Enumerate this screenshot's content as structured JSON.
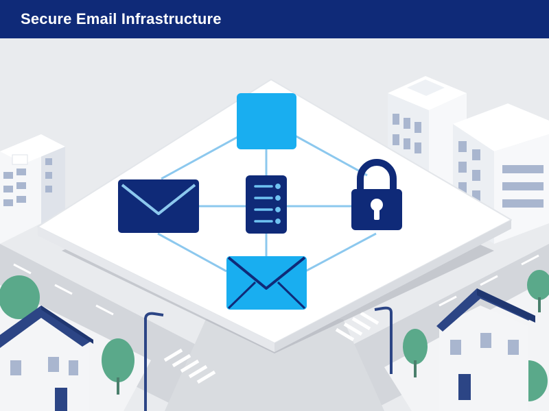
{
  "header": {
    "title": "Secure Email Infrastructure"
  },
  "colors": {
    "header_bg": "#0f2a78",
    "navy": "#0f2a78",
    "sky": "#19aef0",
    "line": "#8cc8ee",
    "platform": "#ffffff",
    "ground": "#e9ebee",
    "road": "#cfd2d7",
    "building": "#f4f5f7",
    "window": "#a9b6cf",
    "roof": "#2c4585",
    "tree": "#5aa98a"
  },
  "diagram": {
    "nodes": [
      {
        "name": "top-node",
        "icon": "square-node-icon"
      },
      {
        "name": "left-node",
        "icon": "envelope-icon"
      },
      {
        "name": "center-node",
        "icon": "server-icon"
      },
      {
        "name": "right-node",
        "icon": "lock-icon"
      },
      {
        "name": "bottom-node",
        "icon": "envelope-icon"
      }
    ]
  }
}
